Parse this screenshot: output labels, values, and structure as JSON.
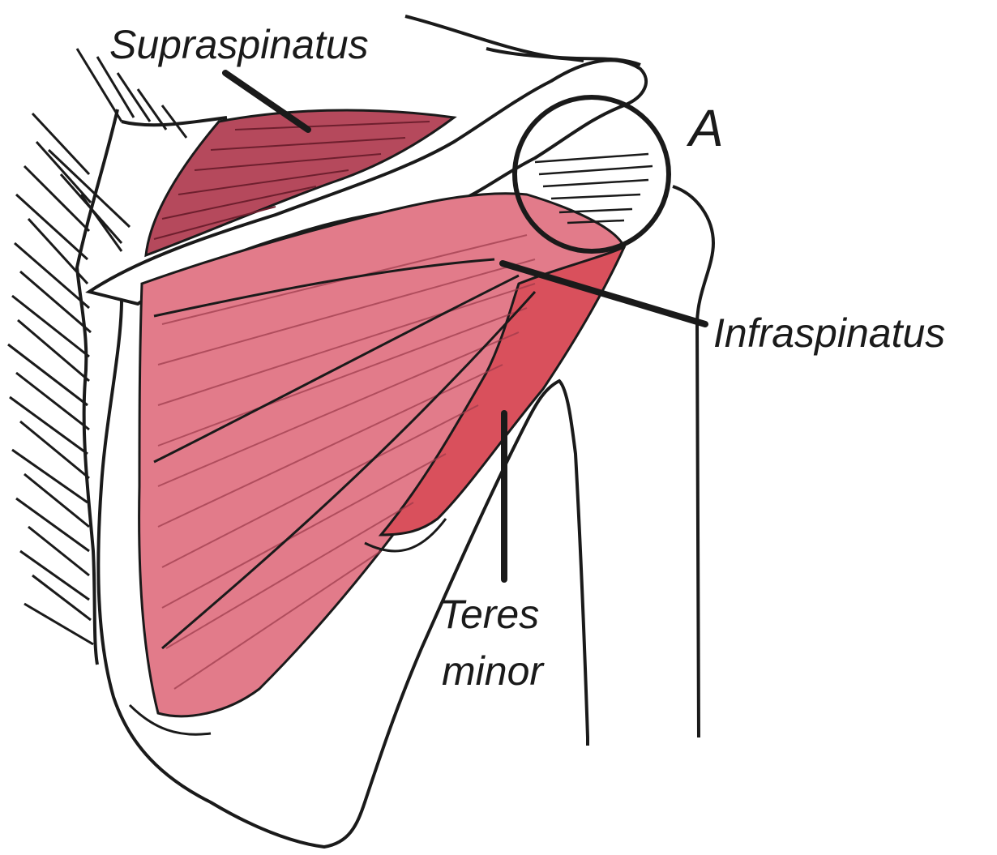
{
  "labels": {
    "supraspinatus": "Supraspinatus",
    "infraspinatus": "Infraspinatus",
    "teres_minor_line1": "Teres",
    "teres_minor_line2": "minor",
    "region_a": "A"
  },
  "colors": {
    "background": "#ffffff",
    "outline": "#1a1a1a",
    "supraspinatus_muscle": "#b5495c",
    "infraspinatus_muscle": "#e27b8a",
    "teres_minor_muscle": "#d9505c",
    "bone": "#ffffff"
  }
}
